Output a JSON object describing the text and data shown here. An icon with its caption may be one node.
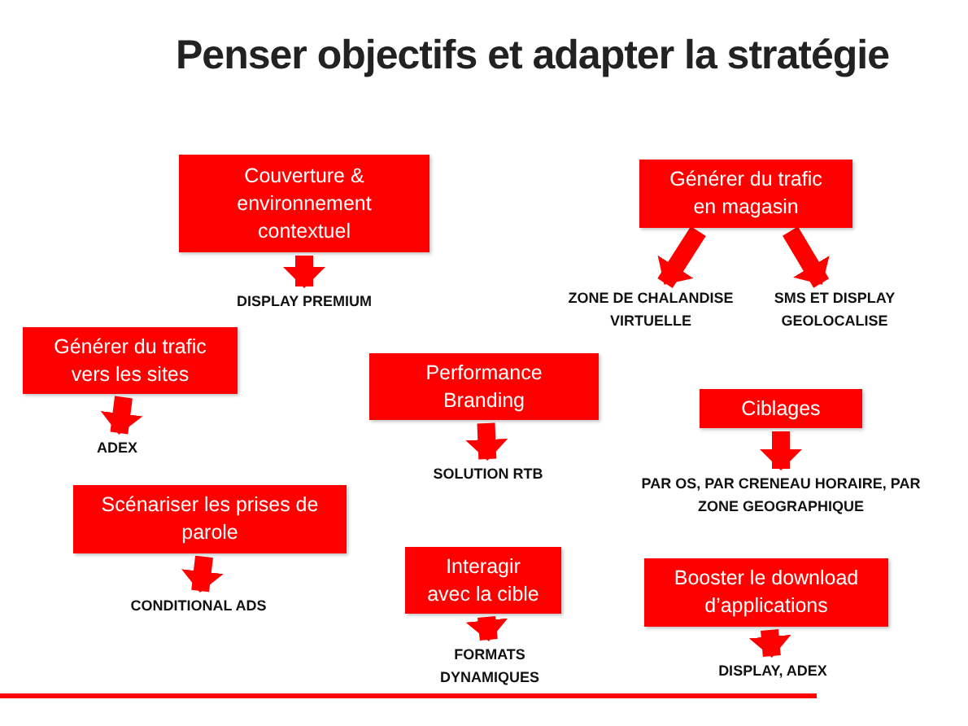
{
  "diagram": {
    "title": "Penser objectifs et adapter la stratégie",
    "nodes": [
      {
        "text": [
          "Couverture & environnement contextuel"
        ]
      },
      {
        "text": [
          "DISPLAY PREMIUM"
        ]
      },
      {
        "text": [
          "Générer du trafic en magasin"
        ]
      },
      {
        "text": [
          "ZONE DE CHALANDISE VIRTUELLE"
        ]
      },
      {
        "text": [
          "SMS ET DISPLAY GEOLOCALISE"
        ]
      },
      {
        "text": [
          "Générer du trafic vers les sites"
        ]
      },
      {
        "text": [
          "ADEX"
        ]
      },
      {
        "text": [
          "Performance Branding"
        ]
      },
      {
        "text": [
          "SOLUTION RTB"
        ]
      },
      {
        "text": [
          "Ciblages"
        ]
      },
      {
        "text": [
          "PAR OS, PAR CRENEAU HORAIRE, PAR ZONE GEOGRAPHIQUE"
        ]
      },
      {
        "text": [
          "Scénariser les prises de parole"
        ]
      },
      {
        "text": [
          "CONDITIONAL ADS"
        ]
      },
      {
        "text": [
          "Interagir avec la cible"
        ]
      },
      {
        "text": [
          "FORMATS DYNAMIQUES"
        ]
      },
      {
        "text": [
          "Booster le download d’applications"
        ]
      },
      {
        "text": [
          "DISPLAY, ADEX"
        ]
      }
    ],
    "edges": [
      {
        "from": 0,
        "to": 1,
        "arrow": "to"
      },
      {
        "from": 2,
        "to": 3,
        "arrow": "to"
      },
      {
        "from": 2,
        "to": 4,
        "arrow": "to"
      },
      {
        "from": 5,
        "to": 6,
        "arrow": "to"
      },
      {
        "from": 7,
        "to": 8,
        "arrow": "to"
      },
      {
        "from": 9,
        "to": 10,
        "arrow": "to"
      },
      {
        "from": 11,
        "to": 12,
        "arrow": "to"
      },
      {
        "from": 13,
        "to": 14,
        "arrow": "to"
      },
      {
        "from": 15,
        "to": 16,
        "arrow": "to"
      }
    ]
  }
}
